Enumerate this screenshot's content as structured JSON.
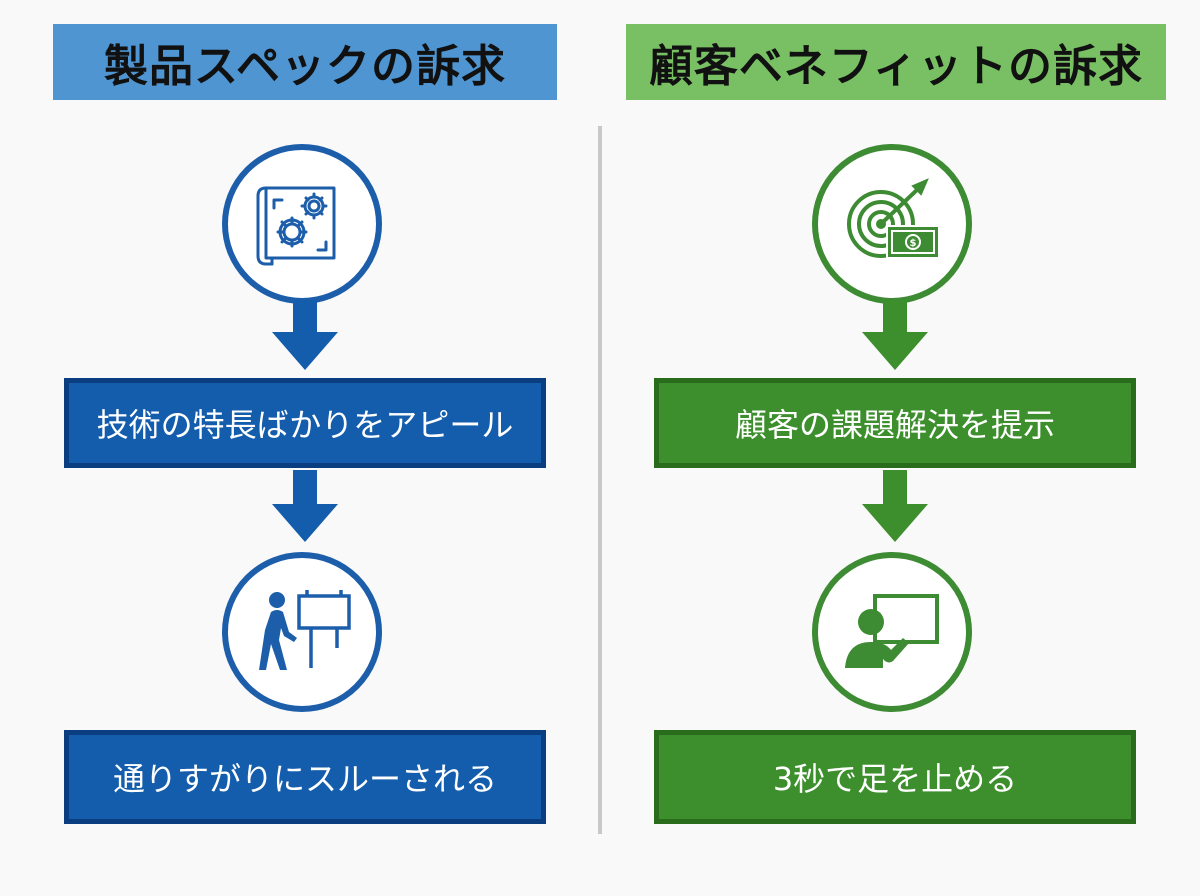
{
  "left": {
    "title": "製品スペックの訴求",
    "top_icon": "blueprint-gears-icon",
    "step1": "技術の特長ばかりをアピール",
    "bottom_icon": "person-walking-past-sign-icon",
    "step2": "通りすがりにスルーされる",
    "color": "#145cac",
    "header_color": "#4e95d2"
  },
  "right": {
    "title": "顧客ベネフィットの訴求",
    "top_icon": "target-money-icon",
    "step1": "顧客の課題解決を提示",
    "bottom_icon": "person-watching-screen-icon",
    "step2": "3秒で足を止める",
    "color": "#3c8f2c",
    "header_color": "#79c064"
  }
}
